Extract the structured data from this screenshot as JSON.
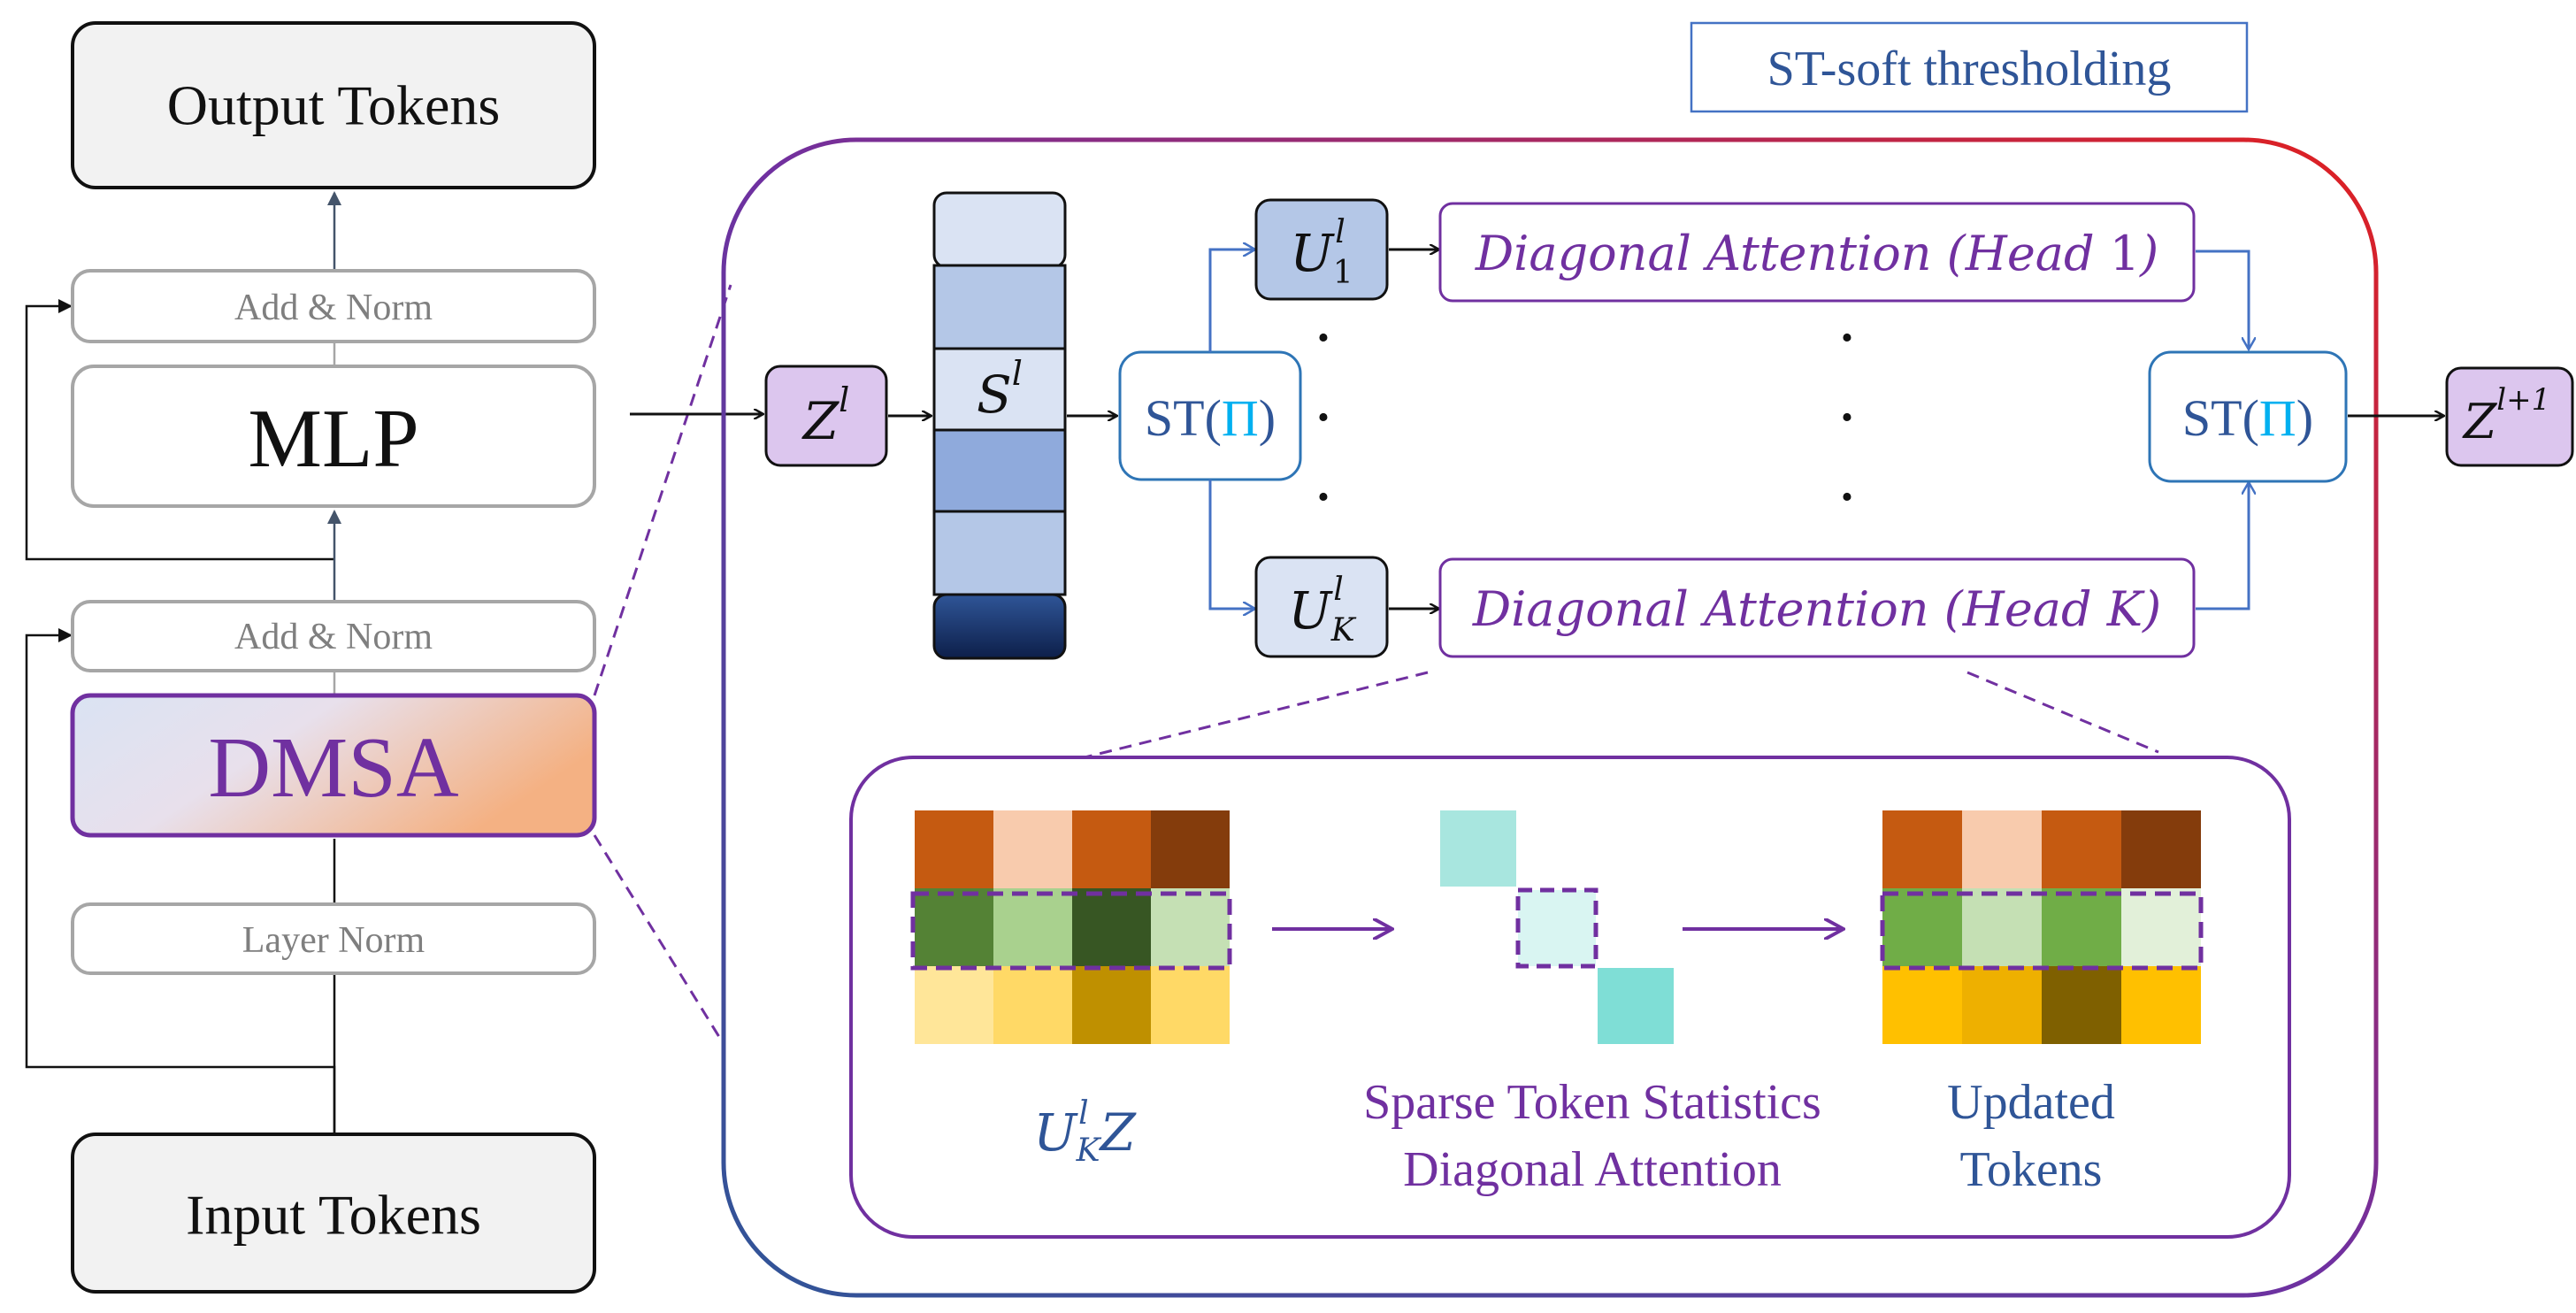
{
  "legend": {
    "label": "ST-soft thresholding"
  },
  "encoder": {
    "output_tokens": "Output Tokens",
    "add_norm_top": "Add & Norm",
    "mlp": "MLP",
    "add_norm_bottom": "Add & Norm",
    "dmsa": "DMSA",
    "layer_norm": "Layer Norm",
    "input_tokens": "Input Tokens"
  },
  "detail": {
    "z_in": {
      "base": "Z",
      "sup": "l"
    },
    "s": {
      "base": "S",
      "sup": "l"
    },
    "st_left": {
      "prefix": "ST(",
      "pi": "Π",
      "suffix": ")"
    },
    "st_right": {
      "prefix": "ST(",
      "pi": "Π",
      "suffix": ")"
    },
    "z_out": {
      "base": "Z",
      "sup": "l+1"
    },
    "u1": {
      "base": "U",
      "sup": "l",
      "sub": "1"
    },
    "uk": {
      "base": "U",
      "sup": "l",
      "sub": "K"
    },
    "head1": {
      "prefix": "Diagonal Attention (Head ",
      "index": "1",
      "suffix": ")"
    },
    "headk": {
      "prefix": "Diagonal Attention (Head ",
      "index": "K",
      "suffix": ")"
    },
    "dots": "·"
  },
  "inset": {
    "ukz": {
      "base": "U",
      "sup": "l",
      "sub": "K",
      "tail": "Z"
    },
    "sparse_line1": "Sparse Token Statistics",
    "sparse_line2": "Diagonal Attention",
    "updated_line1": "Updated",
    "updated_line2": "Tokens"
  },
  "colors": {
    "purple": "#7030a0",
    "blue_text": "#2f5597",
    "cyan": "#00b0f0",
    "gray_border": "#a6a6a6",
    "gradient_start": "#7030a0",
    "gradient_end": "#e02020",
    "ukz_grid": [
      "#c55a11",
      "#f8cbad",
      "#c55a11",
      "#843c0c",
      "#548235",
      "#a9d18e",
      "#375623",
      "#c5e0b4",
      "#ffe699",
      "#ffd966",
      "#bf9000",
      "#ffd966"
    ],
    "updated_grid": [
      "#c55a11",
      "#f8cbad",
      "#c55a11",
      "#843c0c",
      "#70ad47",
      "#c5e0b4",
      "#70ad47",
      "#e2f0d9",
      "#ffc000",
      "#eeb000",
      "#7f6000",
      "#ffc000"
    ],
    "s_stack": [
      "#dae3f3",
      "#b4c7e7",
      "#dae3f3",
      "#8faadc",
      "#b4c7e7",
      "#1f3864"
    ],
    "diag_cells": [
      "#a8e6df",
      "#d9f5f2",
      "#7fded6"
    ]
  }
}
